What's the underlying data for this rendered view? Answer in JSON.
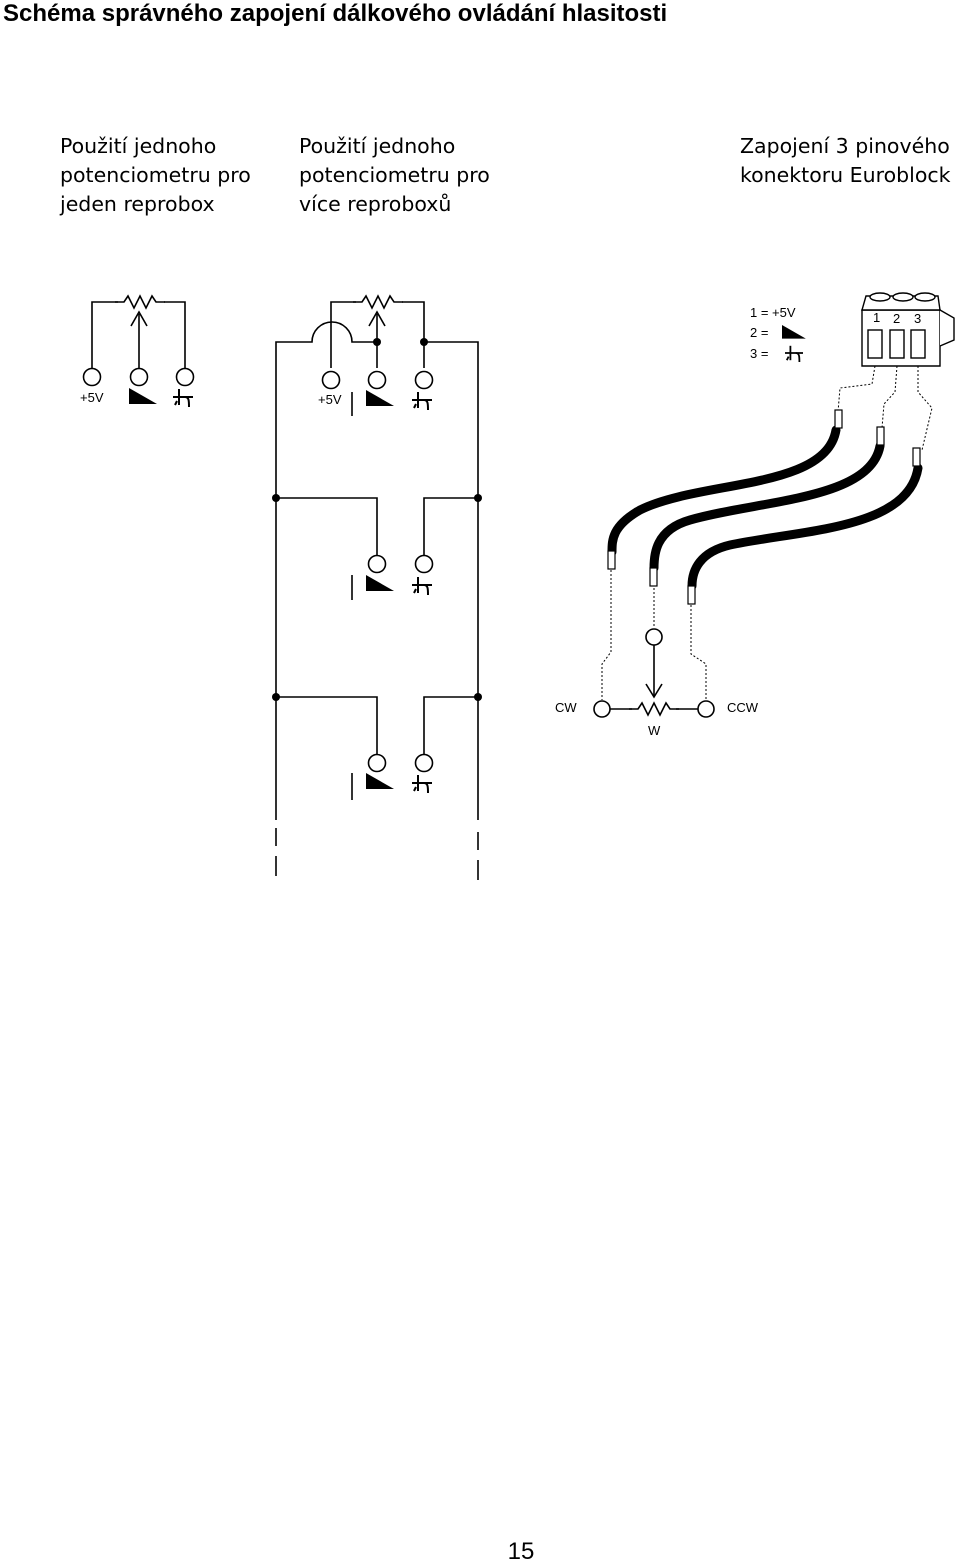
{
  "page": {
    "title": "Schéma správného zapojení dálkového ovládání hlasitosti",
    "page_number": "15"
  },
  "captions": {
    "single": "Použití jednoho\npotenciometru pro\njeden reprobox",
    "multi": "Použití jednoho\npotenciometru pro\nvíce reproboxů",
    "euroblock": "Zapojení 3 pinového\nkonektoru Euroblock"
  },
  "labels": {
    "plus5v": "+5V",
    "pin_legend_1": "1 = +5V",
    "pin_legend_2": "2 =",
    "pin_legend_3": "3 =",
    "pin1": "1",
    "pin2": "2",
    "pin3": "3",
    "cw": "CW",
    "ccw": "CCW",
    "wiper": "W"
  },
  "colors": {
    "line": "#000000",
    "background": "#ffffff"
  }
}
